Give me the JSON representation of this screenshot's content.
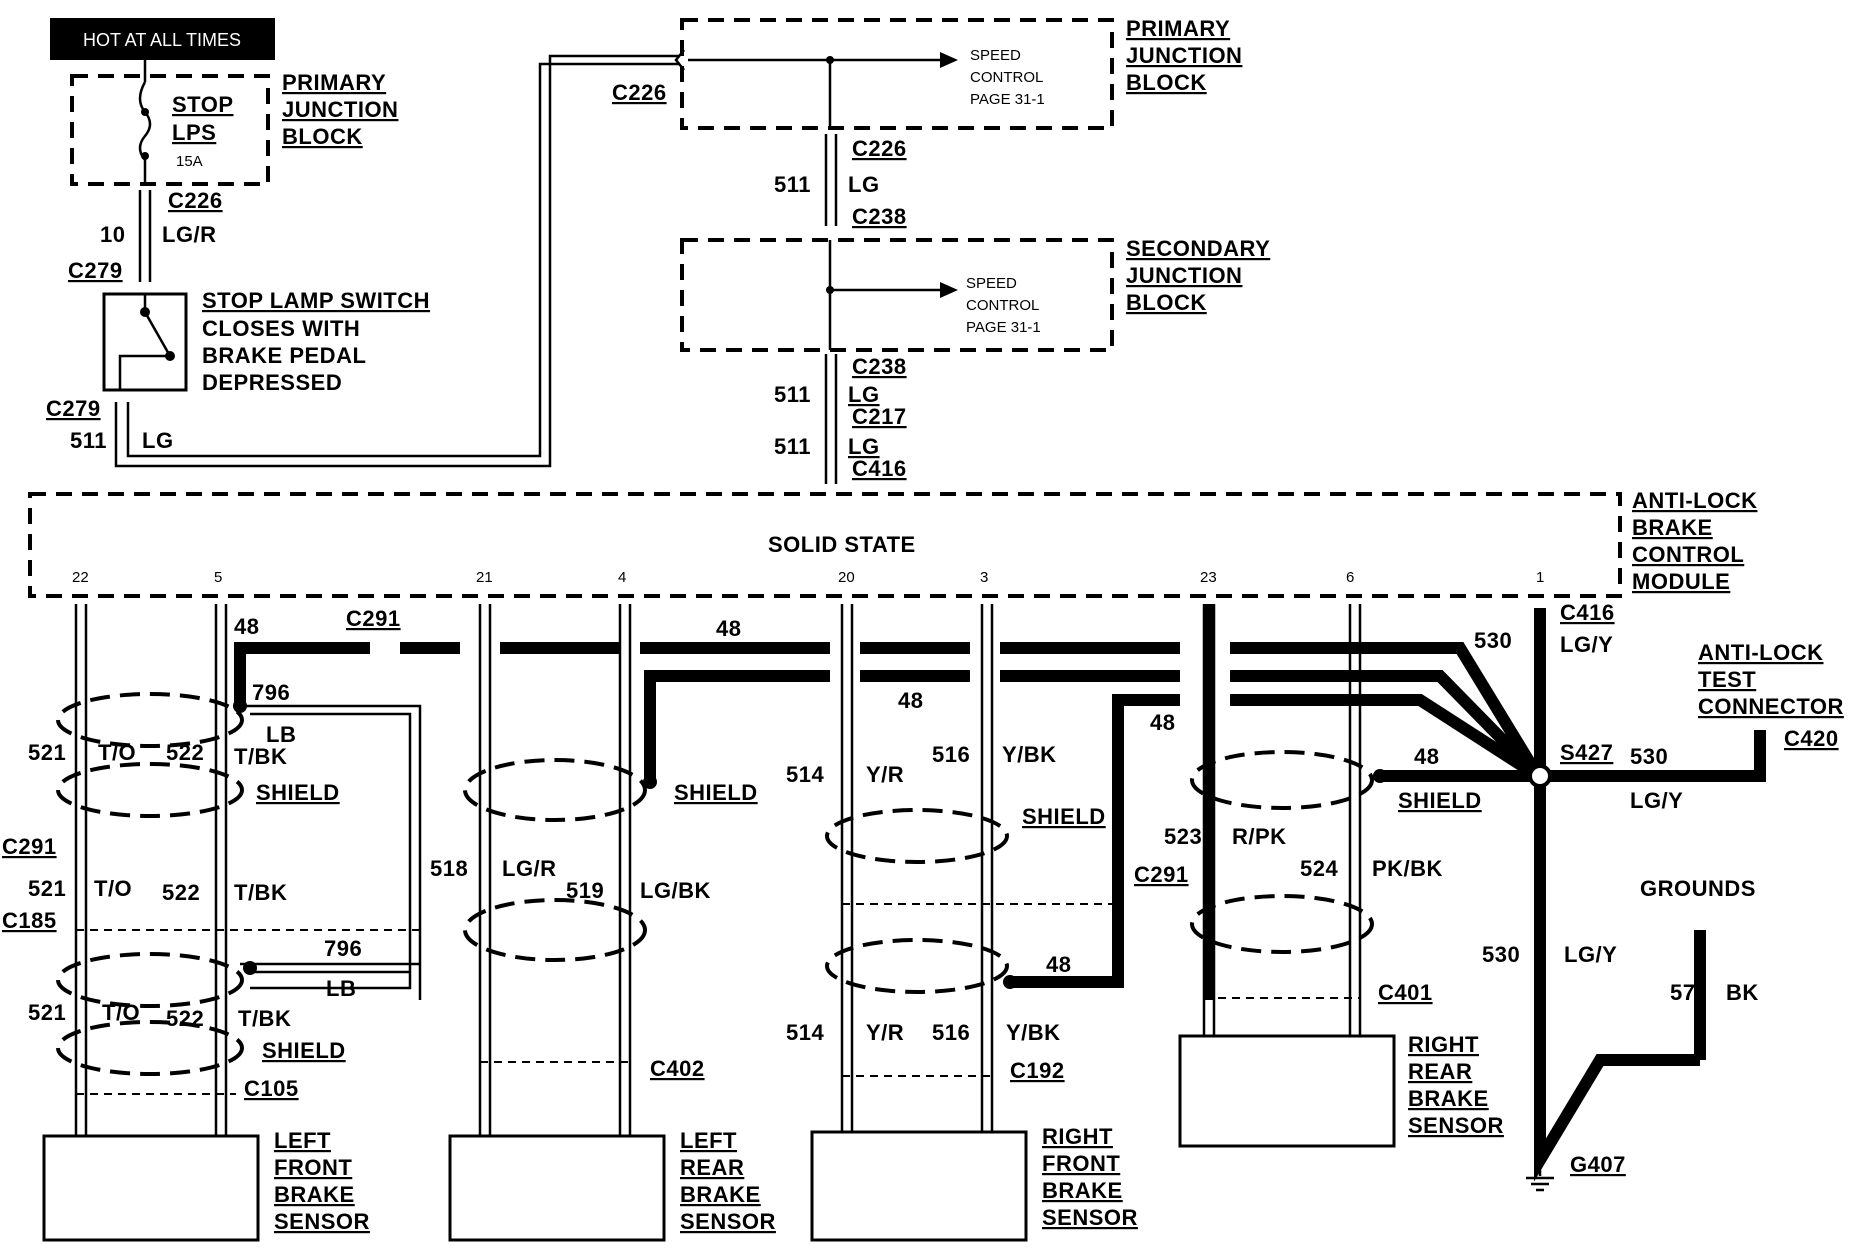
{
  "banner": "HOT AT ALL TIMES",
  "fuse": {
    "name_line1": "STOP",
    "name_line2": "LPS",
    "rating": "15A"
  },
  "blocks": {
    "primary": [
      "PRIMARY",
      "JUNCTION",
      "BLOCK"
    ],
    "secondary": [
      "SECONDARY",
      "JUNCTION",
      "BLOCK"
    ],
    "abs_module": [
      "ANTI-LOCK",
      "BRAKE",
      "CONTROL",
      "MODULE"
    ],
    "test_connector": [
      "ANTI-LOCK",
      "TEST",
      "CONNECTOR"
    ]
  },
  "speed_control": [
    "SPEED",
    "CONTROL",
    "PAGE 31-1"
  ],
  "stop_lamp_switch": [
    "STOP LAMP SWITCH",
    "CLOSES WITH",
    "BRAKE PEDAL",
    "DEPRESSED"
  ],
  "module_label": "SOLID STATE",
  "module_pins": [
    "22",
    "5",
    "21",
    "4",
    "20",
    "3",
    "23",
    "6",
    "1"
  ],
  "sensors": {
    "left_front": [
      "LEFT",
      "FRONT",
      "BRAKE",
      "SENSOR"
    ],
    "left_rear": [
      "LEFT",
      "REAR",
      "BRAKE",
      "SENSOR"
    ],
    "right_front": [
      "RIGHT",
      "FRONT",
      "BRAKE",
      "SENSOR"
    ],
    "right_rear": [
      "RIGHT",
      "REAR",
      "BRAKE",
      "SENSOR"
    ]
  },
  "connectors": {
    "c226": "C226",
    "c279": "C279",
    "c238": "C238",
    "c217": "C217",
    "c416": "C416",
    "c291": "C291",
    "c185": "C185",
    "c105": "C105",
    "c402": "C402",
    "c192": "C192",
    "c401": "C401",
    "c420": "C420",
    "s427": "S427",
    "g407": "G407"
  },
  "wires": {
    "w10": "10",
    "lgr": "LG/R",
    "w511": "511",
    "lg": "LG",
    "w48": "48",
    "w796": "796",
    "lb": "LB",
    "w521": "521",
    "to": "T/O",
    "w522": "522",
    "tbk": "T/BK",
    "shield": "SHIELD",
    "w518": "518",
    "lgr2": "LG/R",
    "w519": "519",
    "lgbk": "LG/BK",
    "w514": "514",
    "yr": "Y/R",
    "w516": "516",
    "ybk": "Y/BK",
    "w523": "523",
    "rpk": "R/PK",
    "w524": "524",
    "pkbk": "PK/BK",
    "w530": "530",
    "lgy": "LG/Y",
    "w57": "57",
    "bk": "BK",
    "grounds": "GROUNDS"
  }
}
